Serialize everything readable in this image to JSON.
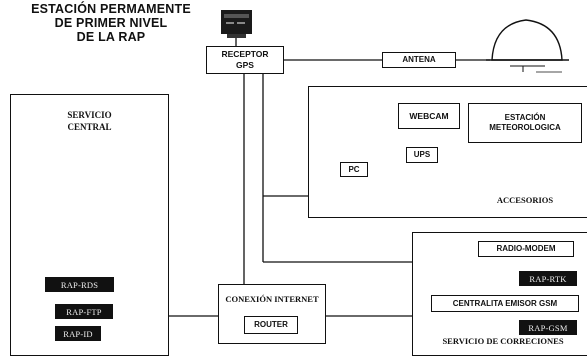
{
  "title": {
    "line1": "ESTACIÓN PERMAMENTE",
    "line2": "DE PRIMER NIVEL",
    "line3": "DE LA RAP"
  },
  "receptor_gps": {
    "line1": "RECEPTOR",
    "line2": "GPS"
  },
  "antena": "ANTENA",
  "servicio_central": {
    "line1": "SERVICIO",
    "line2": "CENTRAL",
    "items": [
      "RAP-RDS",
      "RAP-FTP",
      "RAP-ID"
    ]
  },
  "accesorios": {
    "pc": "PC",
    "webcam": "WEBCAM",
    "ups": "UPS",
    "estacion_line1": "ESTACIÓN",
    "estacion_line2": "METEOROLOGICA",
    "label": "ACCESORIOS"
  },
  "conexion": {
    "label": "CONEXIÓN INTERNET",
    "router": "ROUTER"
  },
  "correcciones": {
    "radio_modem": "RADIO-MODEM",
    "rap_rtk": "RAP-RTK",
    "centralita": "CENTRALITA  EMISOR GSM",
    "rap_gsm": "RAP-GSM",
    "label": "SERVICIO DE CORRECIONES"
  }
}
